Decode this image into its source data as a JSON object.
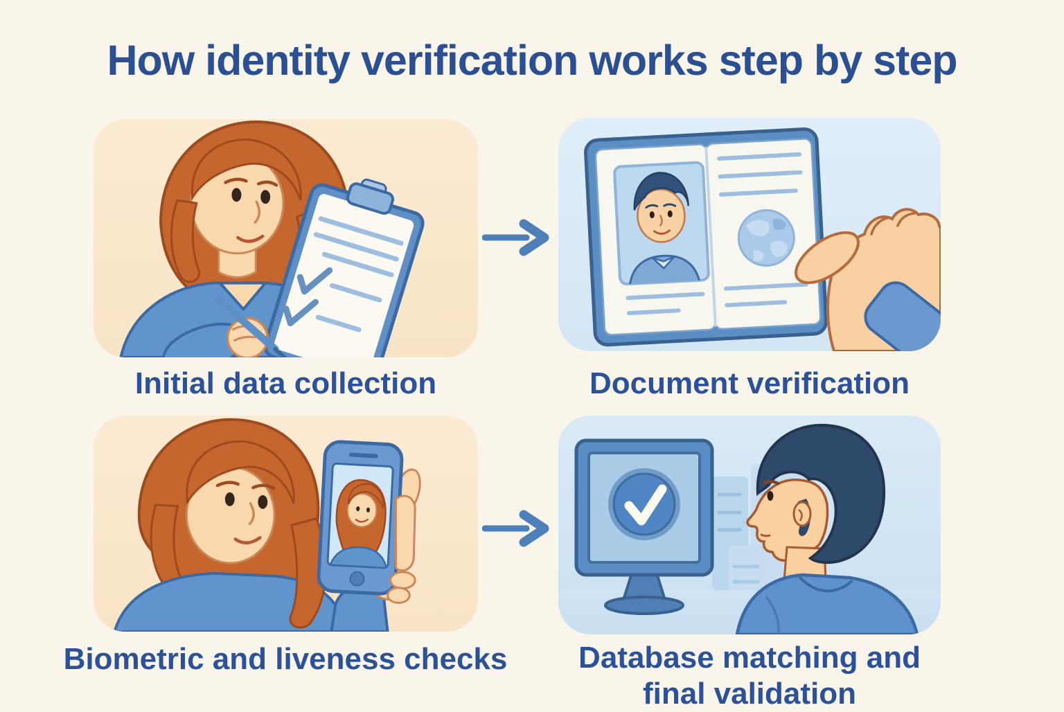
{
  "page": {
    "title": "How identity verification works step by step",
    "background_color": "#faf5ea",
    "title_color": "#2b4f93",
    "caption_color": "#2a5199",
    "arrow_color": "#4d7fb8",
    "panel_peach_color": "#fbe9d2",
    "panel_blue_color": "#d9e9f6"
  },
  "steps": [
    {
      "index": 1,
      "caption": "Initial data collection",
      "illustration": "woman-reviewing-checklist-on-clipboard",
      "panel_color": "#fbe9d2"
    },
    {
      "index": 2,
      "caption": "Document verification",
      "illustration": "hand-holding-open-passport-with-photo-page",
      "panel_color": "#dcebf7"
    },
    {
      "index": 3,
      "caption": "Biometric and liveness checks",
      "illustration": "woman-taking-selfie-with-smartphone",
      "panel_color": "#fbe9d2"
    },
    {
      "index": 4,
      "caption": "Database matching and final validation",
      "illustration": "man-viewing-monitor-with-checkmark",
      "panel_color": "#d5e7f5"
    }
  ],
  "arrows": [
    {
      "name": "arrow-step-1-to-2",
      "direction": "right"
    },
    {
      "name": "arrow-step-3-to-4",
      "direction": "right"
    }
  ]
}
